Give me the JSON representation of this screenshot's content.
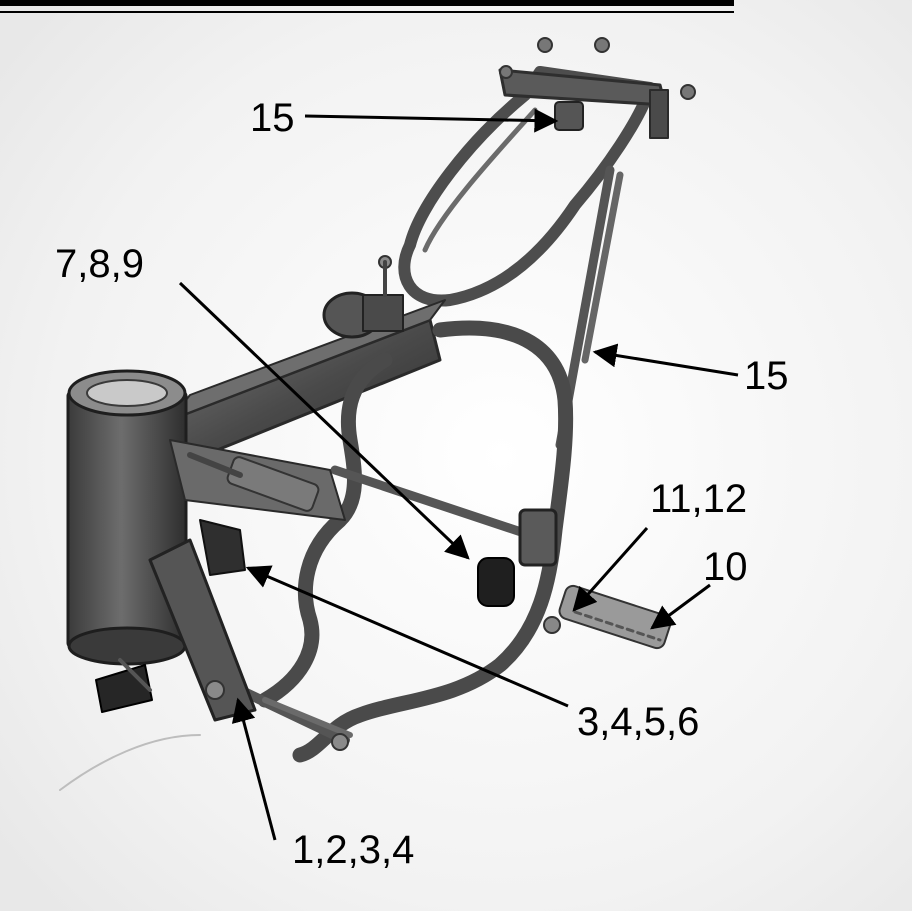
{
  "figure": {
    "callouts": [
      {
        "id": "top-15",
        "label": "15"
      },
      {
        "id": "right-15",
        "label": "15"
      },
      {
        "id": "left-789",
        "label": "7,8,9"
      },
      {
        "id": "mid-1112",
        "label": "11,12"
      },
      {
        "id": "right-10",
        "label": "10"
      },
      {
        "id": "lower-3456",
        "label": "3,4,5,6"
      },
      {
        "id": "bottom-1234",
        "label": "1,2,3,4"
      }
    ]
  }
}
